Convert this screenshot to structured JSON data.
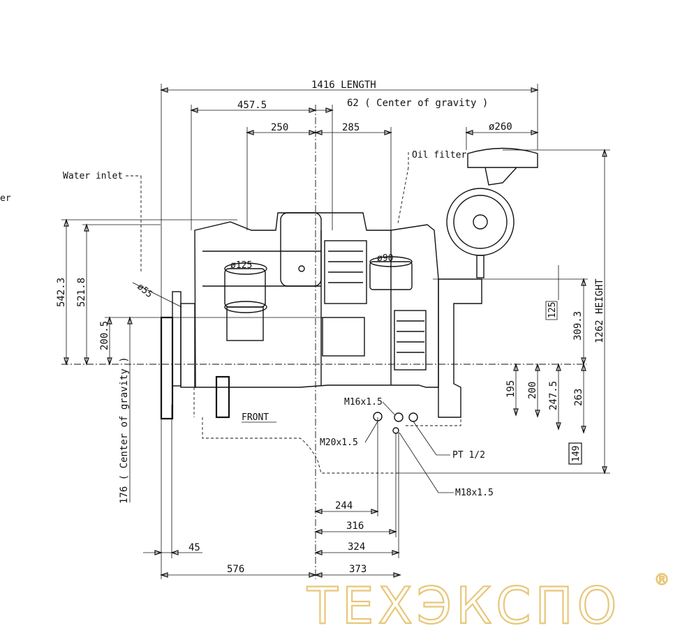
{
  "dimensions": {
    "length": "1416  LENGTH",
    "d4575": "457.5",
    "cg_horizontal": "62 ( Center of gravity )",
    "d250": "250",
    "d285": "285",
    "d260": "ø260",
    "height": "1262  HEIGHT",
    "d5423": "542.3",
    "d5218": "521.8",
    "d2005": "200.5",
    "cg_vertical": "176 ( Center of gravity )",
    "d3093": "309.3",
    "d125": "125",
    "d195": "195",
    "d200": "200",
    "d2475": "247.5",
    "d263": "263",
    "d149": "149",
    "d244": "244",
    "d316": "316",
    "d324": "324",
    "d45": "45",
    "d576": "576",
    "d373": "373"
  },
  "labels": {
    "water_inlet": "Water inlet",
    "oil_filter": "Oil filter",
    "phi125": "ø125",
    "phi90": "ø90",
    "phi55": "ø55",
    "front": "FRONT",
    "m16": "M16x1.5",
    "m20": "M20x1.5",
    "pt12": "PT 1/2",
    "m18": "M18x1.5",
    "edge_text": "er"
  },
  "watermark": {
    "text": "ТЕХЭКСПО",
    "registered": "®",
    "color": "#e8c77a"
  }
}
